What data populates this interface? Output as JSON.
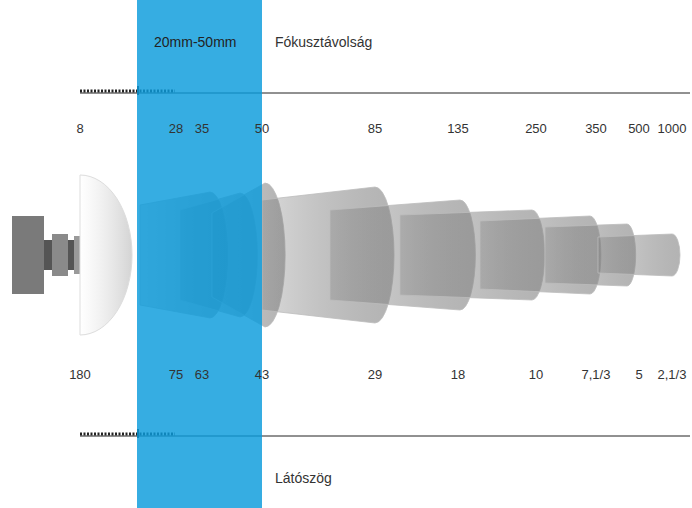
{
  "diagram": {
    "nodes": [
      {
        "text": [
          "20mm-50mm"
        ]
      }
    ],
    "labels": [
      "Fókusztávolság",
      "8",
      "28",
      "35",
      "50",
      "85",
      "135",
      "250",
      "350",
      "500",
      "1000",
      "180",
      "75",
      "63",
      "43",
      "29",
      "18",
      "10",
      "7,1/3",
      "5",
      "2,1/3",
      "Látószög"
    ]
  }
}
